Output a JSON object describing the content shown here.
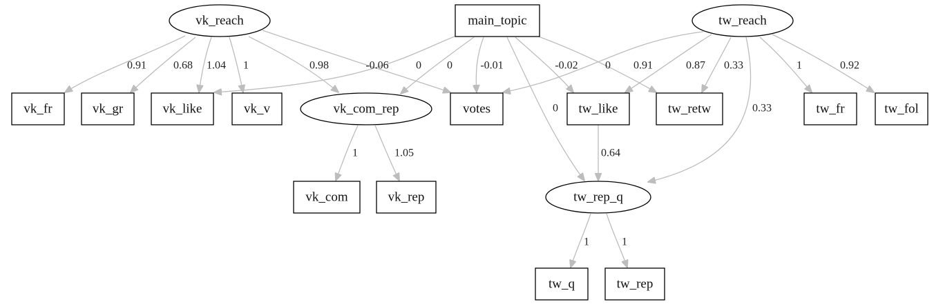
{
  "nodes": {
    "vk_reach": {
      "label": "vk_reach",
      "kind": "latent"
    },
    "main_topic": {
      "label": "main_topic",
      "kind": "observed"
    },
    "tw_reach": {
      "label": "tw_reach",
      "kind": "latent"
    },
    "vk_fr": {
      "label": "vk_fr",
      "kind": "observed"
    },
    "vk_gr": {
      "label": "vk_gr",
      "kind": "observed"
    },
    "vk_like": {
      "label": "vk_like",
      "kind": "observed"
    },
    "vk_v": {
      "label": "vk_v",
      "kind": "observed"
    },
    "vk_com_rep": {
      "label": "vk_com_rep",
      "kind": "latent"
    },
    "votes": {
      "label": "votes",
      "kind": "observed"
    },
    "tw_like": {
      "label": "tw_like",
      "kind": "observed"
    },
    "tw_retw": {
      "label": "tw_retw",
      "kind": "observed"
    },
    "tw_fr": {
      "label": "tw_fr",
      "kind": "observed"
    },
    "tw_fol": {
      "label": "tw_fol",
      "kind": "observed"
    },
    "vk_com": {
      "label": "vk_com",
      "kind": "observed"
    },
    "vk_rep": {
      "label": "vk_rep",
      "kind": "observed"
    },
    "tw_rep_q": {
      "label": "tw_rep_q",
      "kind": "latent"
    },
    "tw_q": {
      "label": "tw_q",
      "kind": "observed"
    },
    "tw_rep": {
      "label": "tw_rep",
      "kind": "observed"
    }
  },
  "edges": {
    "vk_reach__vk_fr": {
      "from": "vk_reach",
      "to": "vk_fr",
      "label": "0.91"
    },
    "vk_reach__vk_gr": {
      "from": "vk_reach",
      "to": "vk_gr",
      "label": "0.68"
    },
    "vk_reach__vk_like": {
      "from": "vk_reach",
      "to": "vk_like",
      "label": "1.04"
    },
    "vk_reach__vk_v": {
      "from": "vk_reach",
      "to": "vk_v",
      "label": "1"
    },
    "vk_reach__vk_com_rep": {
      "from": "vk_reach",
      "to": "vk_com_rep",
      "label": "0.98"
    },
    "vk_reach__votes": {
      "from": "vk_reach",
      "to": "votes",
      "label": "-0.06"
    },
    "main_topic__vk_like": {
      "from": "main_topic",
      "to": "vk_like",
      "label": "0"
    },
    "main_topic__vk_com_rep": {
      "from": "main_topic",
      "to": "vk_com_rep",
      "label": "0"
    },
    "main_topic__votes": {
      "from": "main_topic",
      "to": "votes",
      "label": "-0.01"
    },
    "main_topic__tw_rep_q": {
      "from": "main_topic",
      "to": "tw_rep_q",
      "label": "0"
    },
    "main_topic__tw_like": {
      "from": "main_topic",
      "to": "tw_like",
      "label": "-0.02"
    },
    "main_topic__tw_retw": {
      "from": "main_topic",
      "to": "tw_retw",
      "label": "0"
    },
    "tw_reach__votes": {
      "from": "tw_reach",
      "to": "votes",
      "label": "0.91"
    },
    "tw_reach__tw_like": {
      "from": "tw_reach",
      "to": "tw_like",
      "label": "0.87"
    },
    "tw_reach__tw_retw": {
      "from": "tw_reach",
      "to": "tw_retw",
      "label": "0.33"
    },
    "tw_reach__tw_rep_q": {
      "from": "tw_reach",
      "to": "tw_rep_q",
      "label": "0.33"
    },
    "tw_reach__tw_fr": {
      "from": "tw_reach",
      "to": "tw_fr",
      "label": "1"
    },
    "tw_reach__tw_fol": {
      "from": "tw_reach",
      "to": "tw_fol",
      "label": "0.92"
    },
    "vk_com_rep__vk_com": {
      "from": "vk_com_rep",
      "to": "vk_com",
      "label": "1"
    },
    "vk_com_rep__vk_rep": {
      "from": "vk_com_rep",
      "to": "vk_rep",
      "label": "1.05"
    },
    "tw_like__tw_rep_q": {
      "from": "tw_like",
      "to": "tw_rep_q",
      "label": "0.64"
    },
    "tw_rep_q__tw_q": {
      "from": "tw_rep_q",
      "to": "tw_q",
      "label": "1"
    },
    "tw_rep_q__tw_rep": {
      "from": "tw_rep_q",
      "to": "tw_rep",
      "label": "1"
    }
  },
  "colors": {
    "edge": "#bdbdbd",
    "node_border": "#000000",
    "background": "#ffffff"
  }
}
